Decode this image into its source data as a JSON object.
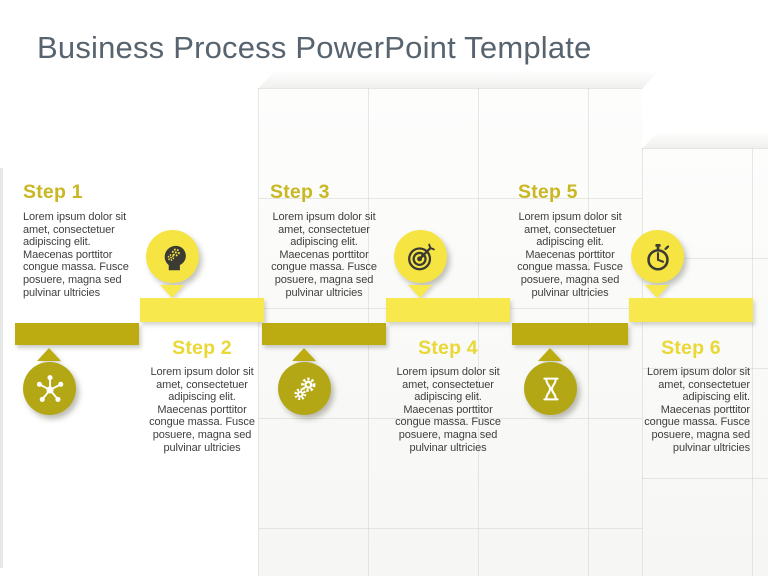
{
  "slide": {
    "title": "Business Process PowerPoint Template"
  },
  "colors": {
    "title_text": "#57646F",
    "body_text": "#3F3F3F",
    "step_heading_dark": "#C9B723",
    "step_heading_light": "#E9D836",
    "bar_dark": "#BCAC12",
    "bar_light": "#F7E84D",
    "circle_dark": "#B3A715",
    "circle_light": "#F5E442",
    "glyph_dark": "#3B3B33",
    "glyph_light": "#FFFFFF"
  },
  "steps": [
    {
      "label": "Step 1",
      "icon": "network-icon",
      "text": "Lorem ipsum dolor sit amet, consectetuer adipiscing elit. Maecenas porttitor congue massa. Fusce posuere, magna sed pulvinar ultricies"
    },
    {
      "label": "Step 2",
      "icon": "head-gears-icon",
      "text": "Lorem ipsum dolor sit amet, consectetuer adipiscing elit. Maecenas porttitor congue massa. Fusce posuere, magna sed pulvinar ultricies"
    },
    {
      "label": "Step 3",
      "icon": "gears-icon",
      "text": "Lorem ipsum dolor sit amet, consectetuer adipiscing elit. Maecenas porttitor congue massa. Fusce posuere, magna sed pulvinar ultricies"
    },
    {
      "label": "Step 4",
      "icon": "target-icon",
      "text": "Lorem ipsum dolor sit amet, consectetuer adipiscing elit. Maecenas porttitor congue massa. Fusce posuere, magna sed pulvinar ultricies"
    },
    {
      "label": "Step 5",
      "icon": "hourglass-icon",
      "text": "Lorem ipsum dolor sit amet, consectetuer adipiscing elit. Maecenas porttitor congue massa. Fusce posuere, magna sed pulvinar ultricies"
    },
    {
      "label": "Step 6",
      "icon": "stopwatch-icon",
      "text": "Lorem ipsum dolor sit amet, consectetuer adipiscing elit. Maecenas porttitor congue massa. Fusce posuere, magna sed pulvinar ultricies"
    }
  ]
}
